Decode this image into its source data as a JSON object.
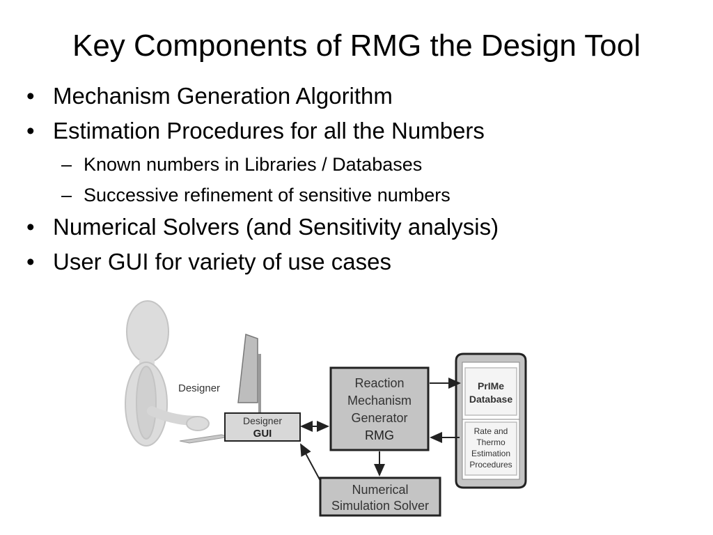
{
  "slide": {
    "title": "Key Components of RMG the Design Tool",
    "bullets": [
      {
        "text": "Mechanism Generation Algorithm"
      },
      {
        "text": "Estimation Procedures for all the Numbers",
        "sub": [
          "Known numbers in Libraries / Databases",
          "Successive refinement of sensitive numbers"
        ]
      },
      {
        "text": "Numerical Solvers (and Sensitivity analysis)"
      },
      {
        "text": "User GUI for variety of use cases"
      }
    ],
    "bullet_glyph": "•",
    "sub_glyph": "–"
  },
  "diagram": {
    "designer_label": "Designer",
    "gui_box": {
      "line1": "Designer",
      "line2": "GUI"
    },
    "rmg_box": {
      "line1": "Reaction",
      "line2": "Mechanism",
      "line3": "Generator",
      "line4": "RMG"
    },
    "solver_box": {
      "line1": "Numerical",
      "line2": "Simulation Solver"
    },
    "prime_box": {
      "line1": "PrIMe",
      "line2": "Database"
    },
    "rate_box": {
      "line1": "Rate and",
      "line2": "Thermo",
      "line3": "Estimation",
      "line4": "Procedures"
    },
    "colors": {
      "box_fill": "#c8c8c8",
      "box_stroke": "#222222",
      "person": "#dcdcdc",
      "person_stroke": "#bdbdbd"
    }
  }
}
